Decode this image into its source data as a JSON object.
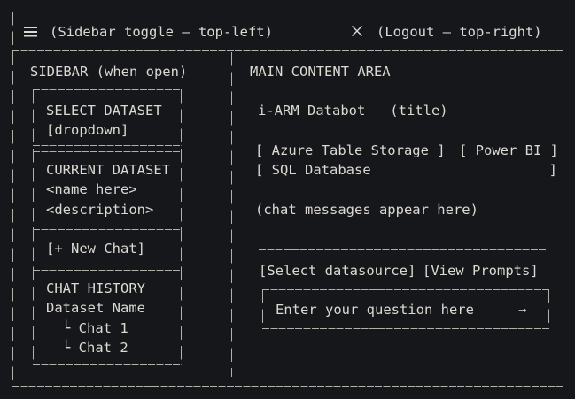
{
  "colors": {
    "background": "#15171a",
    "text": "#dcd9d2",
    "line": "#b2b0ab"
  },
  "topbar": {
    "sidebar_toggle_label": "(Sidebar toggle — top-left)",
    "logout_label": "(Logout — top-right)",
    "icons": {
      "sidebar_toggle": "hamburger-menu",
      "logout": "x-cross"
    }
  },
  "sidebar": {
    "heading": "SIDEBAR (when open)",
    "select_dataset_heading": "SELECT DATASET",
    "dropdown_label": "[dropdown]",
    "current_dataset_heading": "CURRENT DATASET",
    "dataset_name_placeholder": "<name here>",
    "dataset_description_placeholder": "<description>",
    "new_chat_button_label": "[+ New Chat]",
    "chat_history_heading": "CHAT HISTORY",
    "chat_history_dataset_name": "Dataset Name",
    "branch_icon": "└ ",
    "chat_items": [
      "Chat 1",
      "Chat 2"
    ]
  },
  "main": {
    "heading": "MAIN CONTENT AREA",
    "title": "i-ARM Databot   (title)",
    "datasources": {
      "azure_label": "[ Azure Table Storage ]",
      "powerbi_label": "[ Power BI ]",
      "sql_label": "[ SQL Database",
      "sql_close_bracket": "]"
    },
    "chat_placeholder": "(chat messages appear here)",
    "footer": {
      "select_datasource_label": "[Select datasource]",
      "view_prompts_label": "[View Prompts]",
      "input_placeholder": "Enter your question here",
      "send_icon": "→"
    }
  }
}
